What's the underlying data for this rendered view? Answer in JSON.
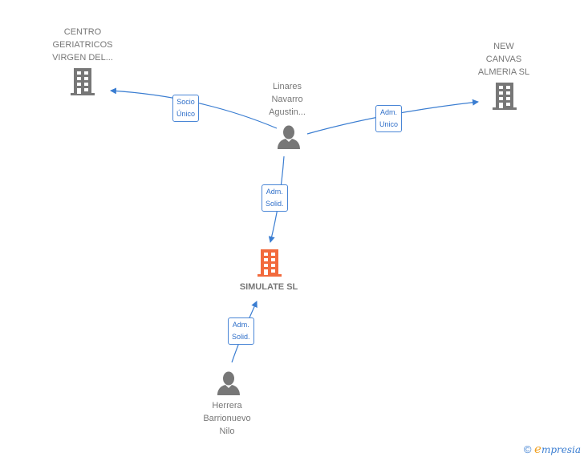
{
  "nodes": {
    "centro": {
      "label_lines": [
        "CENTRO",
        "GERIATRICOS",
        "VIRGEN DEL..."
      ],
      "type": "company",
      "color": "#777777"
    },
    "newcanvas": {
      "label_lines": [
        "NEW",
        "CANVAS",
        "ALMERIA  SL"
      ],
      "type": "company",
      "color": "#777777"
    },
    "linares": {
      "label_lines": [
        "Linares",
        "Navarro",
        "Agustin..."
      ],
      "type": "person",
      "color": "#777777"
    },
    "simulate": {
      "label": "SIMULATE  SL",
      "type": "company",
      "color": "#f26a3d"
    },
    "herrera": {
      "label_lines": [
        "Herrera",
        "Barrionuevo",
        "Nilo"
      ],
      "type": "person",
      "color": "#777777"
    }
  },
  "edges": {
    "socio_unico": {
      "lines": [
        "Socio",
        "Único"
      ],
      "from": "linares",
      "to": "centro"
    },
    "adm_unico": {
      "lines": [
        "Adm.",
        "Unico"
      ],
      "from": "linares",
      "to": "newcanvas"
    },
    "adm_solid_1": {
      "lines": [
        "Adm.",
        "Solid."
      ],
      "from": "linares",
      "to": "simulate"
    },
    "adm_solid_2": {
      "lines": [
        "Adm.",
        "Solid."
      ],
      "from": "herrera",
      "to": "simulate"
    }
  },
  "edge_color": "#3a7dd1",
  "footer": {
    "copyright": "©",
    "brand_e": "e",
    "brand_rest": "mpresia"
  }
}
